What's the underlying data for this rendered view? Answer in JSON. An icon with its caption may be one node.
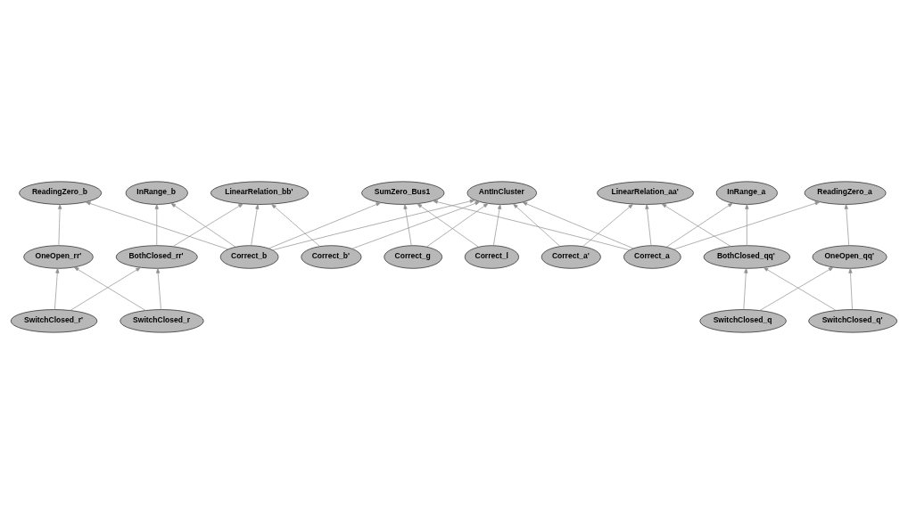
{
  "diagram": {
    "nodes": [
      {
        "text": [
          "LinearRelation_bb'"
        ]
      },
      {
        "text": [
          "InRange_b"
        ]
      },
      {
        "text": [
          "SumZero_Bus1"
        ]
      },
      {
        "text": [
          "InRange_a"
        ]
      },
      {
        "text": [
          "LinearRelation_aa'"
        ]
      },
      {
        "text": [
          "ReadingZero_b"
        ]
      },
      {
        "text": [
          "ReadingZero_a"
        ]
      },
      {
        "text": [
          "OneOpen_rr'"
        ]
      },
      {
        "text": [
          "BothClosed_rr'"
        ]
      },
      {
        "text": [
          "AntInCluster"
        ]
      },
      {
        "text": [
          "BothClosed_qq'"
        ]
      },
      {
        "text": [
          "OneOpen_qq'"
        ]
      },
      {
        "text": [
          "SwitchClosed_r"
        ]
      },
      {
        "text": [
          "SwitchClosed_r'"
        ]
      },
      {
        "text": [
          "SwitchClosed_q'"
        ]
      },
      {
        "text": [
          "SwitchClosed_q"
        ]
      },
      {
        "text": [
          "Correct_b'"
        ]
      },
      {
        "text": [
          "Correct_b"
        ]
      },
      {
        "text": [
          "Correct_g"
        ]
      },
      {
        "text": [
          "Correct_l"
        ]
      },
      {
        "text": [
          "Correct_a"
        ]
      },
      {
        "text": [
          "Correct_a'"
        ]
      }
    ],
    "edges": [
      {
        "from": 16,
        "to": 0,
        "arrow": "to"
      },
      {
        "from": 16,
        "to": 9,
        "arrow": "to"
      },
      {
        "from": 17,
        "to": 0,
        "arrow": "to"
      },
      {
        "from": 17,
        "to": 5,
        "arrow": "to"
      },
      {
        "from": 17,
        "to": 1,
        "arrow": "to"
      },
      {
        "from": 17,
        "to": 2,
        "arrow": "to"
      },
      {
        "from": 17,
        "to": 9,
        "arrow": "to"
      },
      {
        "from": 18,
        "to": 2,
        "arrow": "to"
      },
      {
        "from": 18,
        "to": 9,
        "arrow": "to"
      },
      {
        "from": 19,
        "to": 2,
        "arrow": "to"
      },
      {
        "from": 19,
        "to": 9,
        "arrow": "to"
      },
      {
        "from": 20,
        "to": 2,
        "arrow": "to"
      },
      {
        "from": 20,
        "to": 9,
        "arrow": "to"
      },
      {
        "from": 20,
        "to": 3,
        "arrow": "to"
      },
      {
        "from": 20,
        "to": 6,
        "arrow": "to"
      },
      {
        "from": 20,
        "to": 4,
        "arrow": "to"
      },
      {
        "from": 21,
        "to": 4,
        "arrow": "to"
      },
      {
        "from": 21,
        "to": 9,
        "arrow": "to"
      },
      {
        "from": 12,
        "to": 7,
        "arrow": "to"
      },
      {
        "from": 12,
        "to": 8,
        "arrow": "to"
      },
      {
        "from": 13,
        "to": 7,
        "arrow": "to"
      },
      {
        "from": 13,
        "to": 8,
        "arrow": "to"
      },
      {
        "from": 7,
        "to": 5,
        "arrow": "to"
      },
      {
        "from": 8,
        "to": 0,
        "arrow": "to"
      },
      {
        "from": 8,
        "to": 1,
        "arrow": "to"
      },
      {
        "from": 14,
        "to": 10,
        "arrow": "to"
      },
      {
        "from": 14,
        "to": 11,
        "arrow": "to"
      },
      {
        "from": 15,
        "to": 11,
        "arrow": "to"
      },
      {
        "from": 15,
        "to": 10,
        "arrow": "to"
      },
      {
        "from": 10,
        "to": 4,
        "arrow": "to"
      },
      {
        "from": 10,
        "to": 3,
        "arrow": "to"
      },
      {
        "from": 11,
        "to": 6,
        "arrow": "to"
      }
    ]
  }
}
